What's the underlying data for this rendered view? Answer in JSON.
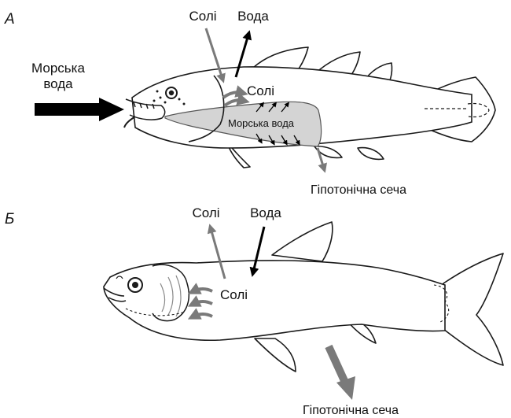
{
  "colors": {
    "outline": "#1a1a1a",
    "black_arrow": "#000000",
    "grey_arrow": "#7a7a7a",
    "gut_fill": "#d4d4d4",
    "background": "#ffffff"
  },
  "panel_a": {
    "letter": "А",
    "salts_in_label": "Солі",
    "water_out_label": "Вода",
    "seawater_label_line1": "Морська",
    "seawater_label_line2": "вода",
    "gill_salts_label": "Солі",
    "gut_label": "Морська вода",
    "urine_label": "Гіпотонічна сеча"
  },
  "panel_b": {
    "letter": "Б",
    "salts_out_label": "Солі",
    "water_in_label": "Вода",
    "gill_salts_label": "Солі",
    "urine_label": "Гіпотонічна сеча"
  }
}
